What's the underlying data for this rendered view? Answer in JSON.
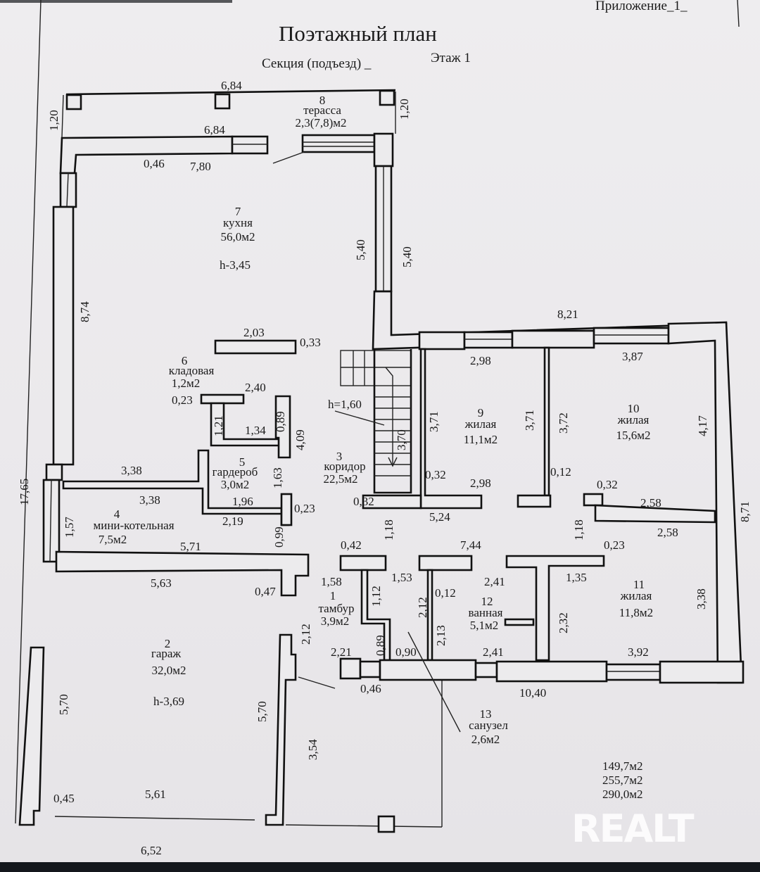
{
  "header": {
    "appendix": "Приложение_1_",
    "title": "Поэтажный план",
    "section": "Секция (подъезд) _",
    "floor": "Этаж 1"
  },
  "rooms": [
    {
      "num": "1",
      "name": "тамбур",
      "area": "3,9м2"
    },
    {
      "num": "2",
      "name": "гараж",
      "area": "32,0м2",
      "height": "h-3,69"
    },
    {
      "num": "3",
      "name": "коридор",
      "area": "22,5м2"
    },
    {
      "num": "4",
      "name": "мини-котельная",
      "area": "7,5м2"
    },
    {
      "num": "5",
      "name": "гардероб",
      "area": "3,0м2"
    },
    {
      "num": "6",
      "name": "кладовая",
      "area": "1,2м2"
    },
    {
      "num": "7",
      "name": "кухня",
      "area": "56,0м2",
      "height": "h-3,45"
    },
    {
      "num": "8",
      "name": "терасса",
      "area": "2,3(7,8)м2"
    },
    {
      "num": "9",
      "name": "жилая",
      "area": "11,1м2"
    },
    {
      "num": "10",
      "name": "жилая",
      "area": "15,6м2"
    },
    {
      "num": "11",
      "name": "жилая",
      "area": "11,8м2"
    },
    {
      "num": "12",
      "name": "ванная",
      "area": "5,1м2"
    },
    {
      "num": "13",
      "name": "санузел",
      "area": "2,6м2"
    }
  ],
  "stair": {
    "height": "h=1,60",
    "length": "3,70"
  },
  "dimensions": {
    "terrace_top": "6,84",
    "terrace_inner": "6,84",
    "terrace_left": "1,20",
    "terrace_right": "1,20",
    "kitchen_wall": "0,46",
    "kitchen_width": "7,80",
    "kitchen_left": "8,74",
    "kitchen_right_in": "5,40",
    "kitchen_right_out": "5,40",
    "partition_len": "2,03",
    "partition_thk": "0,33",
    "storage_top": "2,40",
    "storage_wall": "0,23",
    "storage_h": "1,21",
    "storage_w": "1,34",
    "storage_d": "0,89",
    "wardrobe_h": "4,09",
    "wardrobe_side": "1,63",
    "wardrobe_w": "1,96",
    "wardrobe_wall": "0,23",
    "boiler_top1": "3,38",
    "boiler_top2": "3,38",
    "boiler_h": "1,57",
    "boiler_w": "2,19",
    "boiler_d": "0,99",
    "boiler_bottom": "5,71",
    "garage_top": "5,63",
    "garage_wall": "0,47",
    "garage_left": "5,70",
    "garage_right": "5,70",
    "garage_bottom_in": "5,61",
    "garage_bottom_out": "6,52",
    "garage_corner": "0,45",
    "overall_left": "17,65",
    "corridor_wall1": "0,32",
    "corridor_wall2": "0,32",
    "corridor_len": "5,24",
    "corridor_h": "1,18",
    "room9_top": "2,98",
    "room9_bottom": "2,98",
    "room9_left": "3,71",
    "room9_right": "3,71",
    "room10_top": "3,87",
    "room10_left": "3,72",
    "room10_right": "4,17",
    "room10_wall": "0,12",
    "east_top": "8,21",
    "east_side": "8,71",
    "room11_wall": "0,32",
    "room11_top1": "2,58",
    "room11_top2": "2,58",
    "room11_h": "1,18",
    "room11_t": "0,23",
    "room11_w": "1,35",
    "room11_left": "2,32",
    "room11_right": "3,38",
    "room11_bottom": "3,92",
    "vest_wall": "0,42",
    "vest_top": "1,58",
    "vest_side": "1,12",
    "vest_d": "0,89",
    "vest_w": "2,21",
    "vest_post": "0,46",
    "vest_left": "2,12",
    "bath_top": "7,44",
    "bath_l": "1,53",
    "bath_wall": "0,12",
    "bath_h1": "2,12",
    "bath_h2": "2,13",
    "bath_w": "2,41",
    "bath_w2": "2,41",
    "bath_door": "0,90",
    "south_total": "10,40",
    "porch_side": "3,54"
  },
  "totals": [
    "149,7м2",
    "255,7м2",
    "290,0м2"
  ],
  "watermark": "REALT"
}
